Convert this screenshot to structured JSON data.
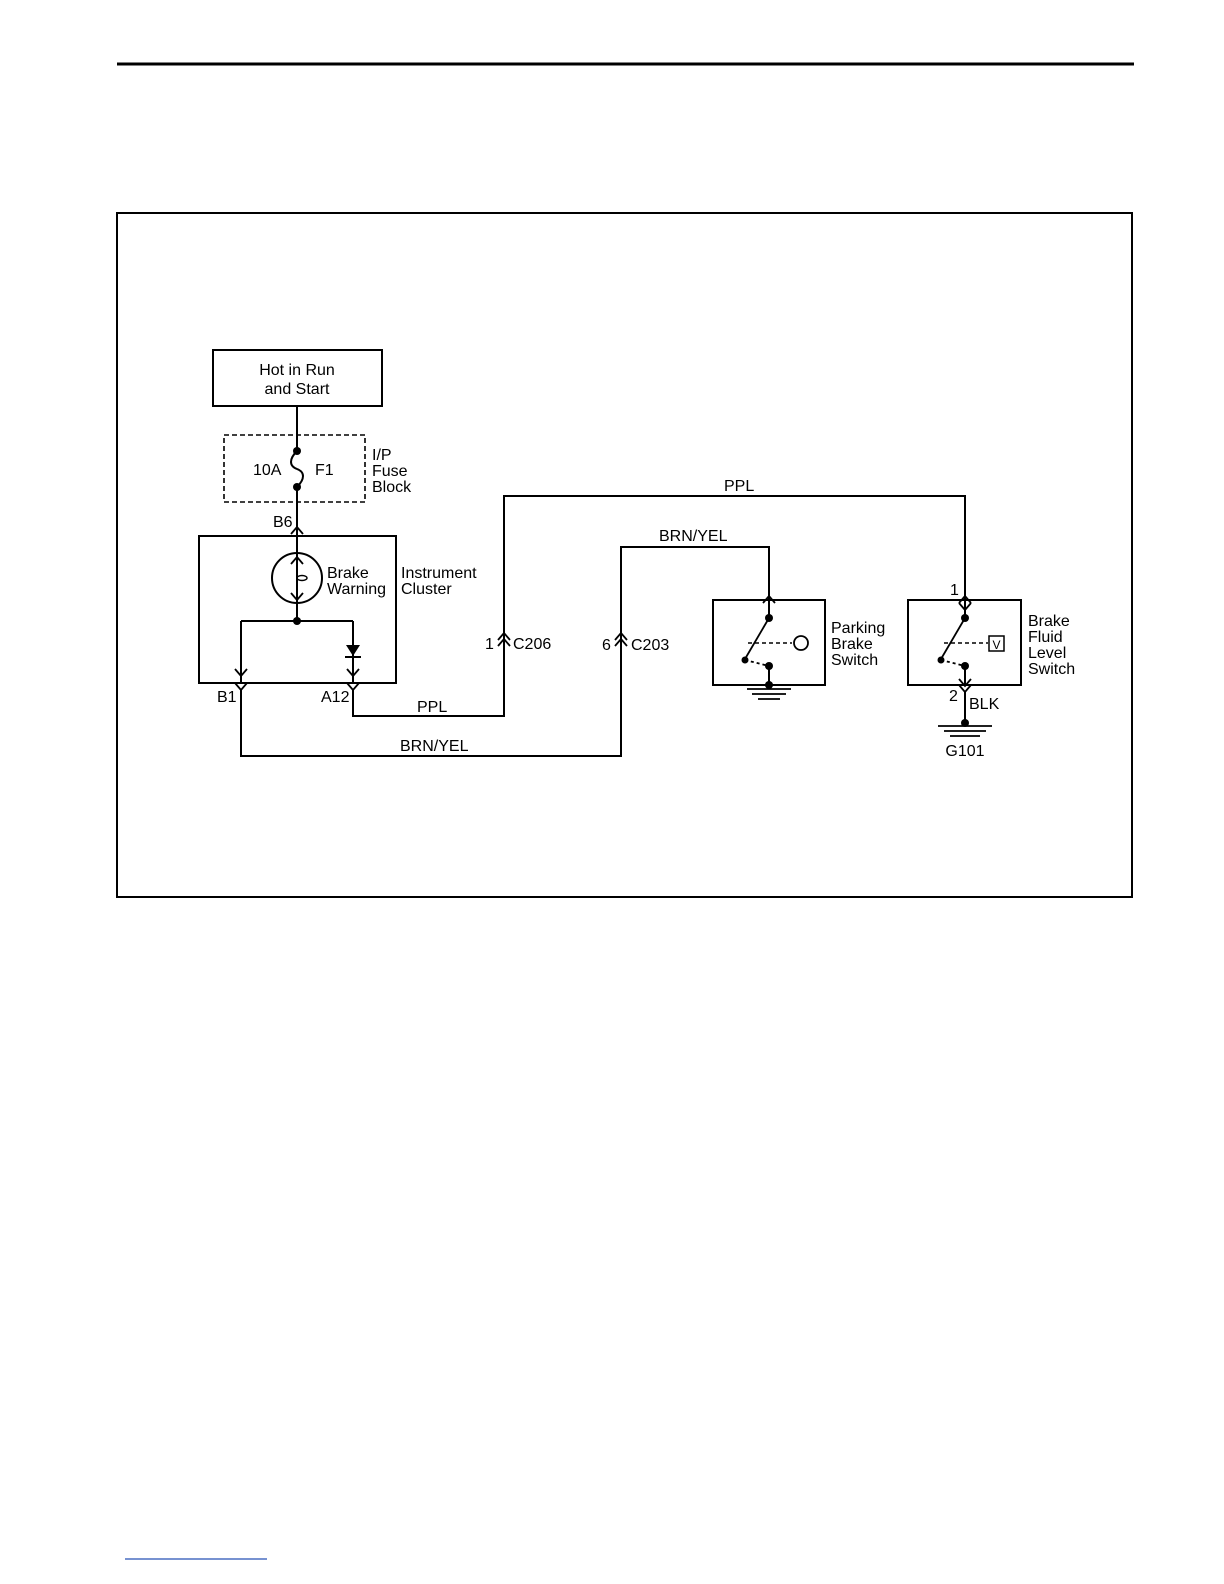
{
  "power": {
    "line1": "Hot in Run",
    "line2": "and Start"
  },
  "fuse": {
    "rating": "10A",
    "id": "F1"
  },
  "fuse_block": {
    "line1": "I/P",
    "line2": "Fuse",
    "line3": "Block"
  },
  "cluster": {
    "pin_top": "B6",
    "lamp_line1": "Brake",
    "lamp_line2": "Warning",
    "name_line1": "Instrument",
    "name_line2": "Cluster",
    "pin_b1": "B1",
    "pin_a12": "A12"
  },
  "wires": {
    "ppl_top": "PPL",
    "brnyel_top": "BRN/YEL",
    "ppl_bottom": "PPL",
    "brnyel_bottom": "BRN/YEL",
    "blk": "BLK"
  },
  "connectors": {
    "c206_pin": "1",
    "c206_name": "C206",
    "c203_pin": "6",
    "c203_name": "C203"
  },
  "parking_switch": {
    "line1": "Parking",
    "line2": "Brake",
    "line3": "Switch"
  },
  "fluid_switch": {
    "line1": "Brake",
    "line2": "Fluid",
    "line3": "Level",
    "line4": "Switch",
    "pin_top": "1",
    "pin_bottom": "2",
    "symbol": "V"
  },
  "ground": {
    "id": "G101"
  }
}
